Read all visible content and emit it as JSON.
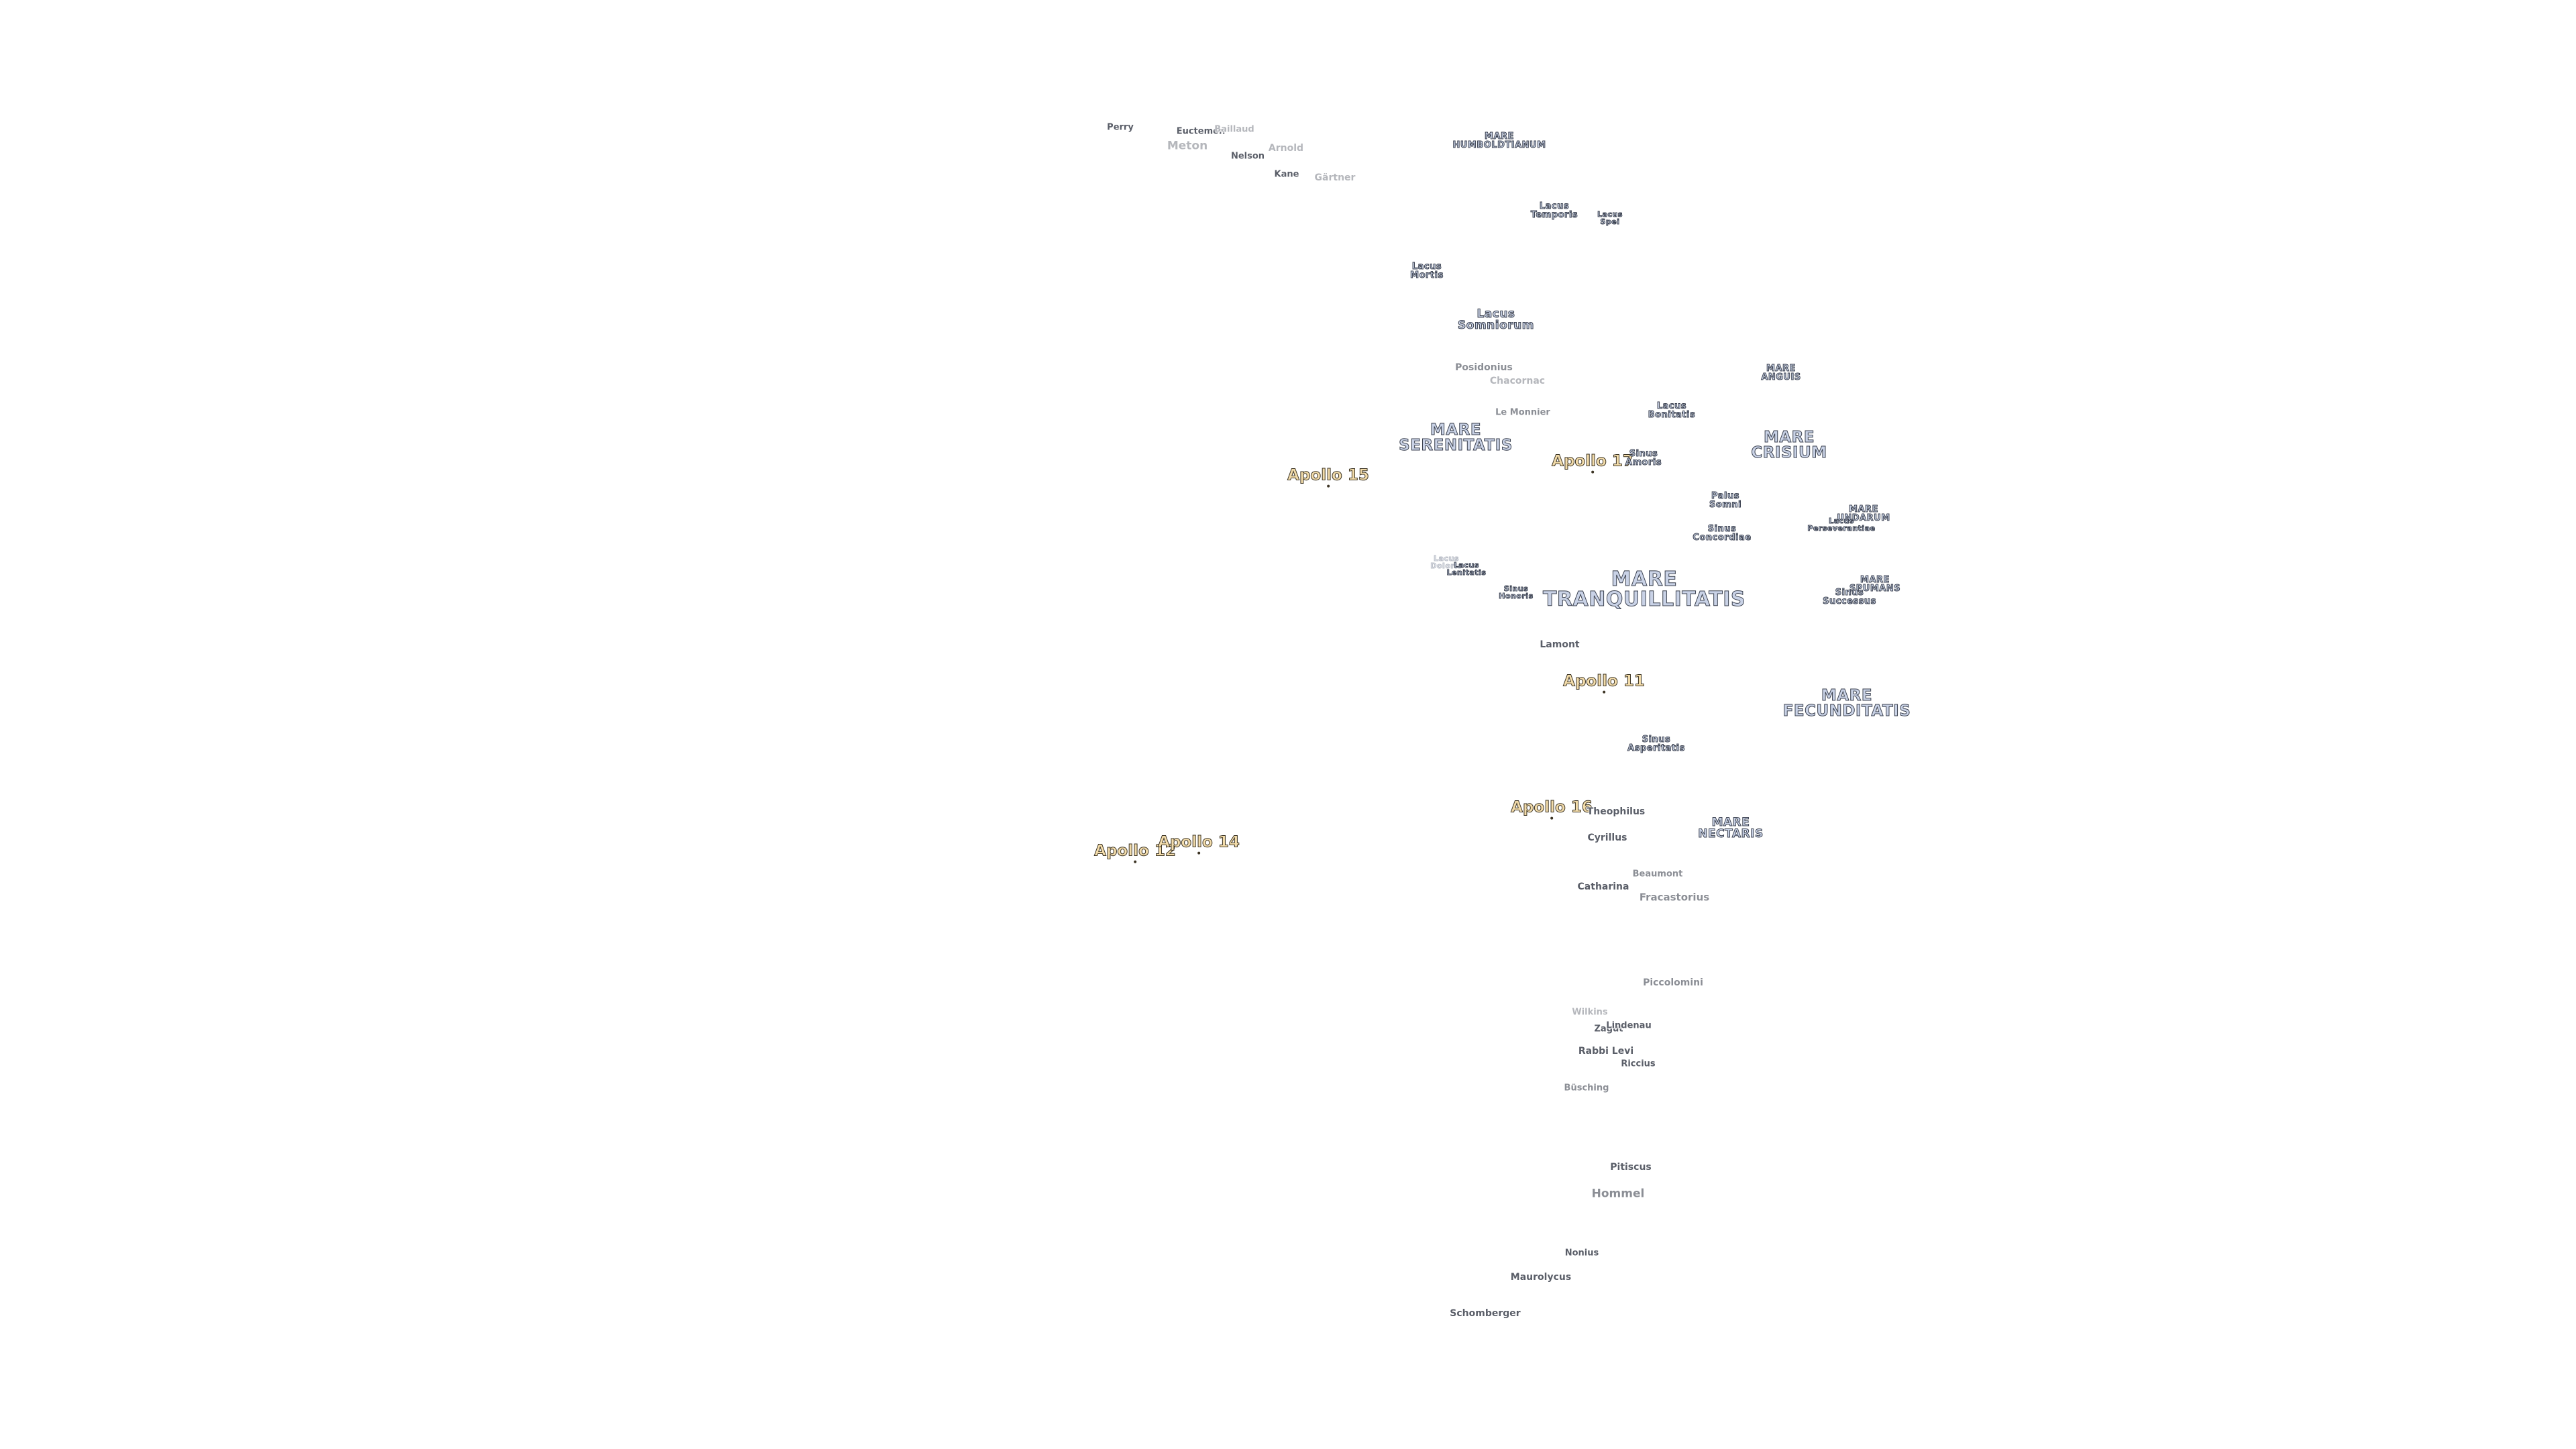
{
  "labels": {
    "perry": "Perry",
    "euctemon": "Euctemon",
    "baillaud": "Baillaud",
    "meton": "Meton",
    "arnold": "Arnold",
    "nelson": "Nelson",
    "kane": "Kane",
    "gartner": "Gärtner",
    "mare_humboldtianum": "MARE\nHUMBOLDTIANUM",
    "lacus_temporis": "Lacus\nTemporis",
    "lacus_spei": "Lacus\nSpei",
    "lacus_mortis": "Lacus\nMortis",
    "lacus_somniorum": "Lacus\nSomniorum",
    "posidonius": "Posidonius",
    "chacornac": "Chacornac",
    "le_monnier": "Le Monnier",
    "lacus_bonitatis": "Lacus\nBonitatis",
    "mare_anguis": "MARE\nANGUIS",
    "mare_serenitatis": "MARE\nSERENITATIS",
    "apollo_17": "Apollo 17",
    "sinus_amoris": "Sinus\nAmoris",
    "mare_crisium": "MARE\nCRISIUM",
    "apollo_15": "Apollo 15",
    "palus_somni": "Palus\nSomni",
    "mare_undarum": "MARE\nUNDARUM",
    "lacus_perseverantiae": "Lacus\nPerseverantiae",
    "sinus_concordiae": "Sinus\nConcordiae",
    "lacus_doloris": "Lacus\nDoloris",
    "lacus_lenitatis": "Lacus\nLenitatis",
    "sinus_honoris": "Sinus\nHonoris",
    "mare_tranquillitatis": "MARE\nTRANQUILLITATIS",
    "mare_spumans": "MARE\nSPUMANS",
    "sinus_successus": "Sinus\nSuccessus",
    "lamont": "Lamont",
    "apollo_11": "Apollo 11",
    "mare_fecunditatis": "MARE\nFECUNDITATIS",
    "sinus_asperitatis": "Sinus\nAsperitatis",
    "apollo_16": "Apollo 16",
    "theophilus": "Theophilus",
    "mare_nectaris": "MARE\nNECTARIS",
    "cyrillus": "Cyrillus",
    "apollo_12": "Apollo 12",
    "apollo_14": "Apollo 14",
    "beaumont": "Beaumont",
    "catharina": "Catharina",
    "fracastorius": "Fracastorius",
    "piccolomini": "Piccolomini",
    "wilkins": "Wilkins",
    "zagut": "Zagut",
    "lindenau": "Lindenau",
    "rabbi_levi": "Rabbi Levi",
    "riccius": "Riccius",
    "buching": "Büsching",
    "pitiscus": "Pitiscus",
    "hommel": "Hommel",
    "nonius": "Nonius",
    "maurolycus": "Maurolycus",
    "schomberger": "Schomberger"
  }
}
